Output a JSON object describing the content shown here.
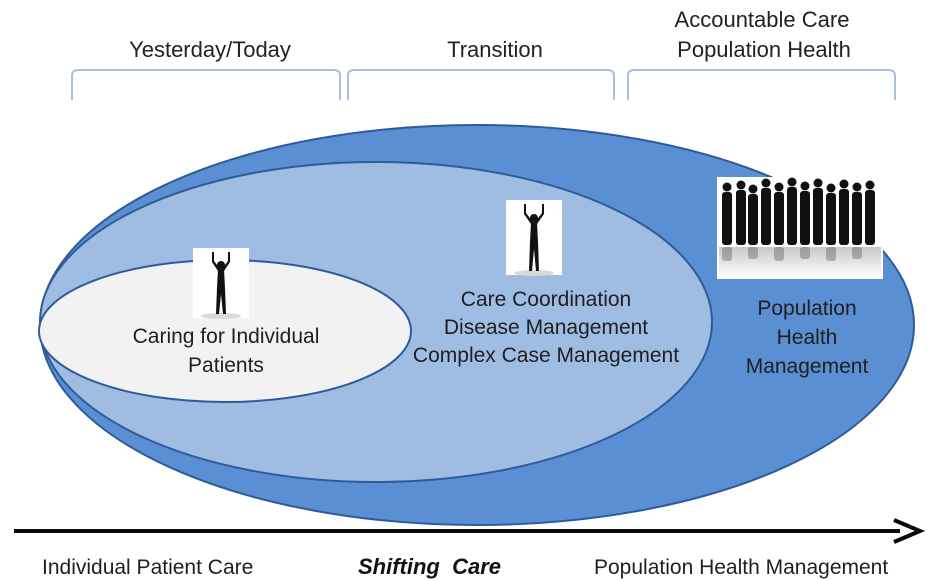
{
  "headers": {
    "left": "Yesterday/Today",
    "middle": "Transition",
    "right_line1": "Accountable Care",
    "right_line2": "Population  Health"
  },
  "bubbles": {
    "inner": {
      "line1": "Caring for Individual",
      "line2": "Patients"
    },
    "middle": {
      "line1": "Care Coordination",
      "line2": "Disease Management",
      "line3": "Complex Case Management"
    },
    "outer": {
      "line1": "Population",
      "line2": "Health",
      "line3": "Management"
    }
  },
  "axis": {
    "left_label": "Individual Patient Care",
    "center_label": "Shifting  Care",
    "right_label": "Population Health Management"
  },
  "colors": {
    "outer_ellipse": "#5b8fd3",
    "middle_ellipse": "#9fbce3",
    "inner_ellipse": "#f2f2f2",
    "ellipse_stroke": "#2e5c9a",
    "bracket": "#a8c0de",
    "arrow": "#0a0a0a"
  }
}
